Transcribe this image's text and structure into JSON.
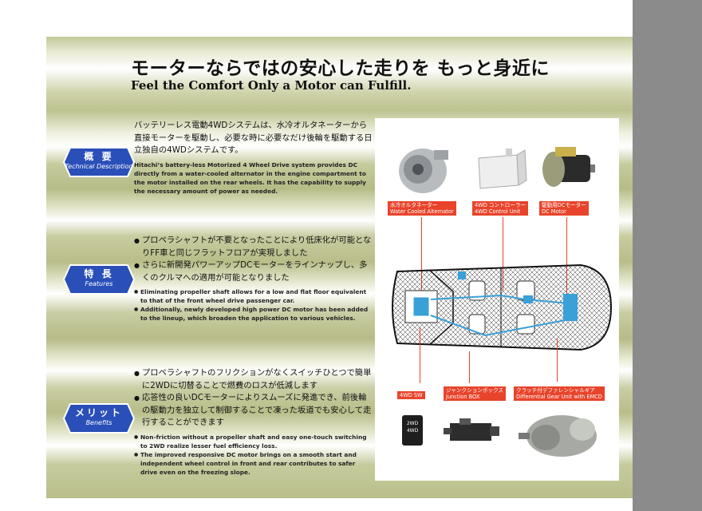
{
  "header": {
    "title_jp": "モーターならではの安心した走りを もっと身近に",
    "title_en": "Feel the Comfort Only a Motor can Fulfill."
  },
  "sections": [
    {
      "badge_jp": "概 要",
      "badge_en": "Technical Description",
      "jp": [
        "バッテリーレス電動4WDシステムは、水冷オルタネーターから直接モーターを駆動し、必要な時に必要なだけ後輪を駆動する日立独自の4WDシステムです。"
      ],
      "en": [
        "Hitachi’s battery-less Motorized 4 Wheel Drive system provides DC directly from a water-cooled alternator in the engine compartment to the motor installed on the rear wheels.  It has the capability to supply the necessary amount of power as needed."
      ]
    },
    {
      "badge_jp": "特 長",
      "badge_en": "Features",
      "jp": [
        "プロペラシャフトが不要となったことにより低床化が可能となりFF車と同じフラットフロアが実現しました",
        "さらに新開発パワーアップDCモーターをラインナップし、多くのクルマへの適用が可能となりました"
      ],
      "en": [
        "Eliminating propeller shaft allows for a low and flat floor equivalent to that of the front wheel drive passenger car.",
        "Additionally, newly developed high power DC motor has been added to the lineup, which broaden the application to various vehicles."
      ]
    },
    {
      "badge_jp": "メリット",
      "badge_en": "Benefits",
      "jp": [
        "プロペラシャフトのフリクションがなくスイッチひとつで簡単に2WDに切替ることで燃費のロスが低減します",
        "応答性の良いDCモーターによりスムーズに発進でき、前後輪の駆動力を独立して制御することで凍った坂道でも安心して走行することができます"
      ],
      "en": [
        "Non-friction without a propeller shaft and easy one-touch switching to 2WD realize lesser fuel efficiency loss.",
        "The improved responsive DC motor brings on a smooth start and independent wheel control in front and rear contributes to safer drive even on the freezing slope."
      ]
    }
  ],
  "diagram": {
    "alternator": {
      "jp": "水冷オルタネーター",
      "en": "Water Cooled Alternator"
    },
    "controller": {
      "jp": "4WD コントローラー",
      "en": "4WD Control Unit"
    },
    "motor": {
      "jp": "駆動用DCモーター",
      "en": "DC Motor"
    },
    "switch": {
      "en": "4WD SW"
    },
    "junction": {
      "jp": "ジャンクションボックス",
      "en": "Junction BOX"
    },
    "gear": {
      "jp": "クラッチ付デファレンシャルギア",
      "en": "Differential Gear Unit with EMCD"
    },
    "switch_face": [
      "2WD",
      "4WD"
    ]
  },
  "colors": {
    "label_red": "#e8442b",
    "badge_blue": "#2a4fb8",
    "page_green": "#bdc290"
  }
}
